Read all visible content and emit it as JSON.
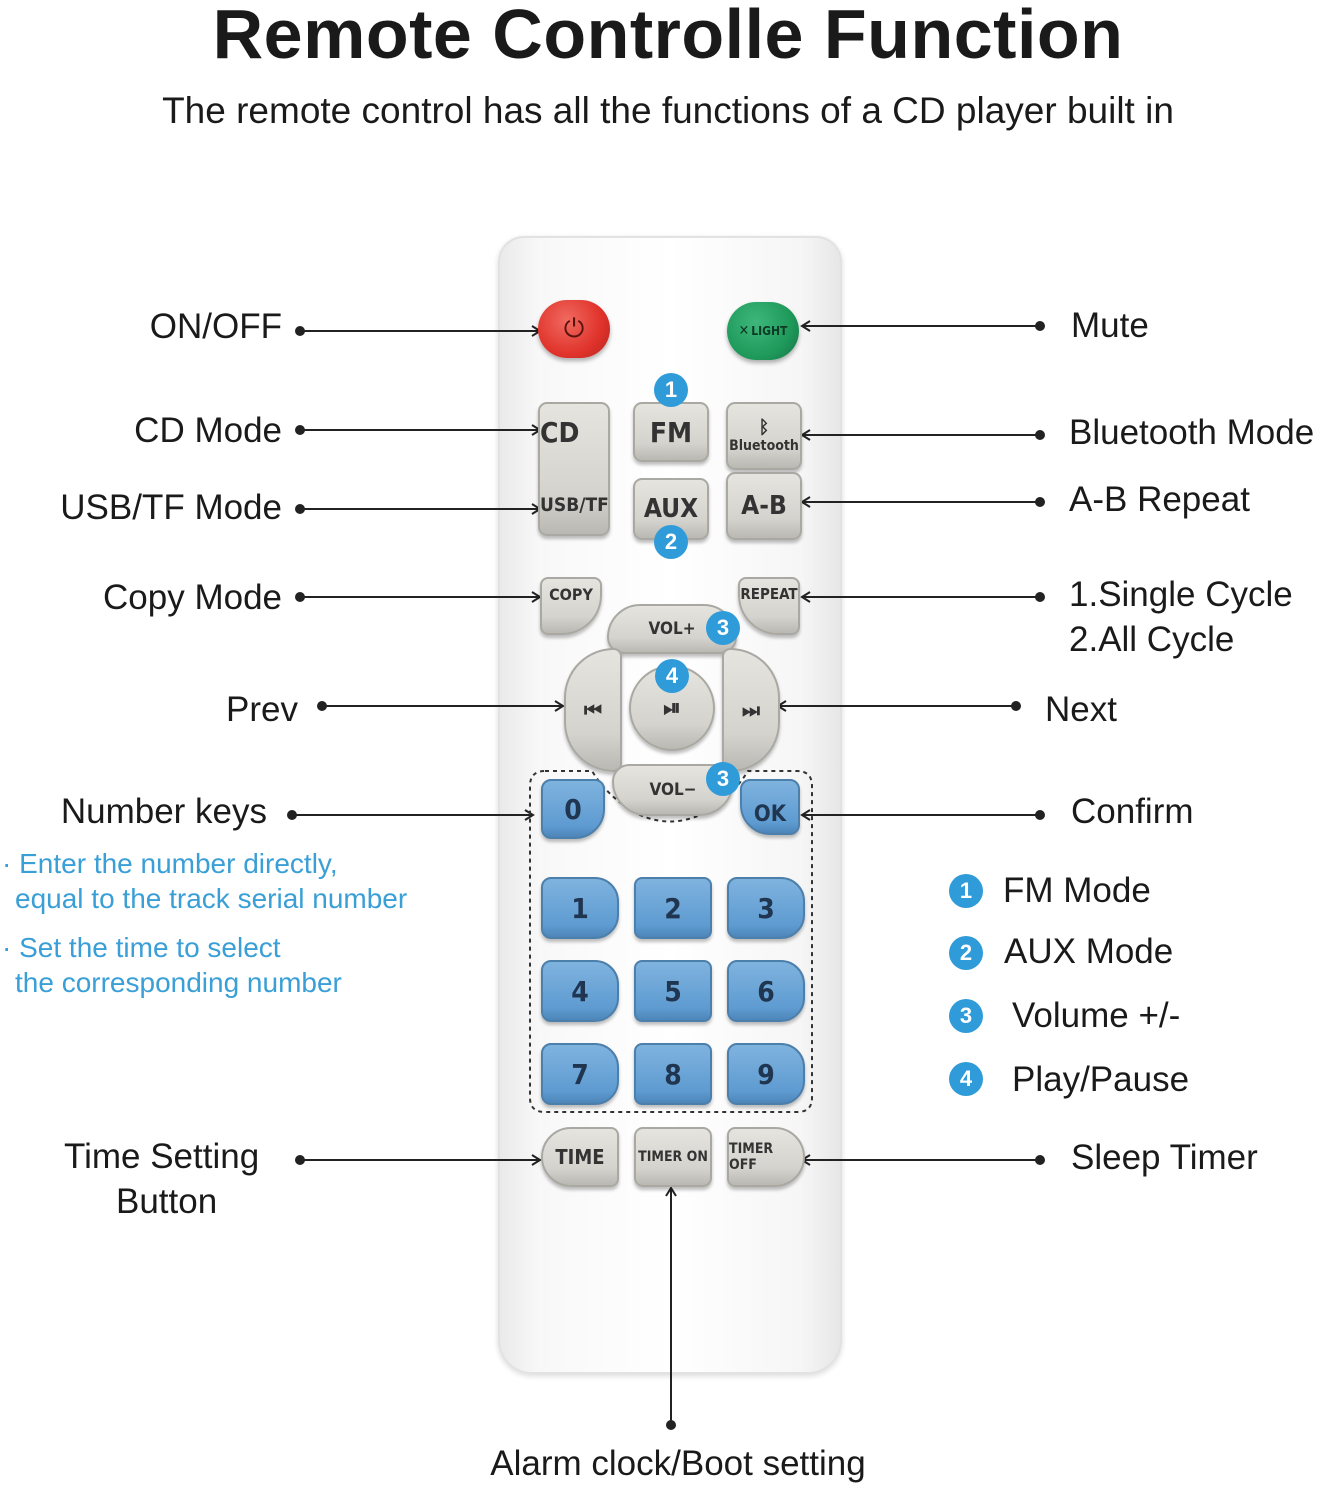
{
  "title": "Remote Controlle Function",
  "subtitle": "The remote control has all the functions of a CD player built in",
  "labels": {
    "on_off": "ON/OFF",
    "mute": "Mute",
    "cd_mode": "CD Mode",
    "bluetooth_mode": "Bluetooth Mode",
    "usb_tf_mode": "USB/TF Mode",
    "ab_repeat": "A-B Repeat",
    "copy_mode": "Copy Mode",
    "single_cycle": "1.Single Cycle",
    "all_cycle": "2.All Cycle",
    "prev": "Prev",
    "next": "Next",
    "number_keys": "Number keys",
    "confirm": "Confirm",
    "time_setting_line1": "Time Setting",
    "time_setting_line2": "Button",
    "sleep_timer": "Sleep Timer",
    "alarm_boot": "Alarm clock/Boot setting"
  },
  "notes": [
    {
      "line1": "Enter the number directly,",
      "line2": "equal to the track serial number"
    },
    {
      "line1": "Set the time to select",
      "line2": "the corresponding number"
    }
  ],
  "legend": [
    {
      "num": "1",
      "text": "FM Mode"
    },
    {
      "num": "2",
      "text": "AUX Mode"
    },
    {
      "num": "3",
      "text": "Volume +/-"
    },
    {
      "num": "4",
      "text": "Play/Pause"
    }
  ],
  "remote_buttons": {
    "power_icon": "⏻",
    "light": "LIGHT",
    "cd": "CD",
    "fm": "FM",
    "bluetooth": "Bluetooth",
    "bluetooth_icon": "bluetooth-icon",
    "usb_tf": "USB/TF",
    "aux": "AUX",
    "ab": "A-B",
    "copy": "COPY",
    "repeat": "REPEAT",
    "vol_up": "VOL+",
    "vol_down": "VOL−",
    "prev_icon": "⏮",
    "next_icon": "⏭",
    "play_pause_icon": "⏯",
    "zero": "0",
    "ok": "OK",
    "digits": [
      "1",
      "2",
      "3",
      "4",
      "5",
      "6",
      "7",
      "8",
      "9"
    ],
    "time": "TIME",
    "timer_on": "TIMER ON",
    "timer_off": "TIMER OFF"
  },
  "colors": {
    "accent_blue": "#2f9bd9",
    "note_blue": "#3a9fd6",
    "power_red": "#e8413a",
    "mute_green": "#1f9a5b",
    "number_key_blue": "#6ea6d9"
  }
}
